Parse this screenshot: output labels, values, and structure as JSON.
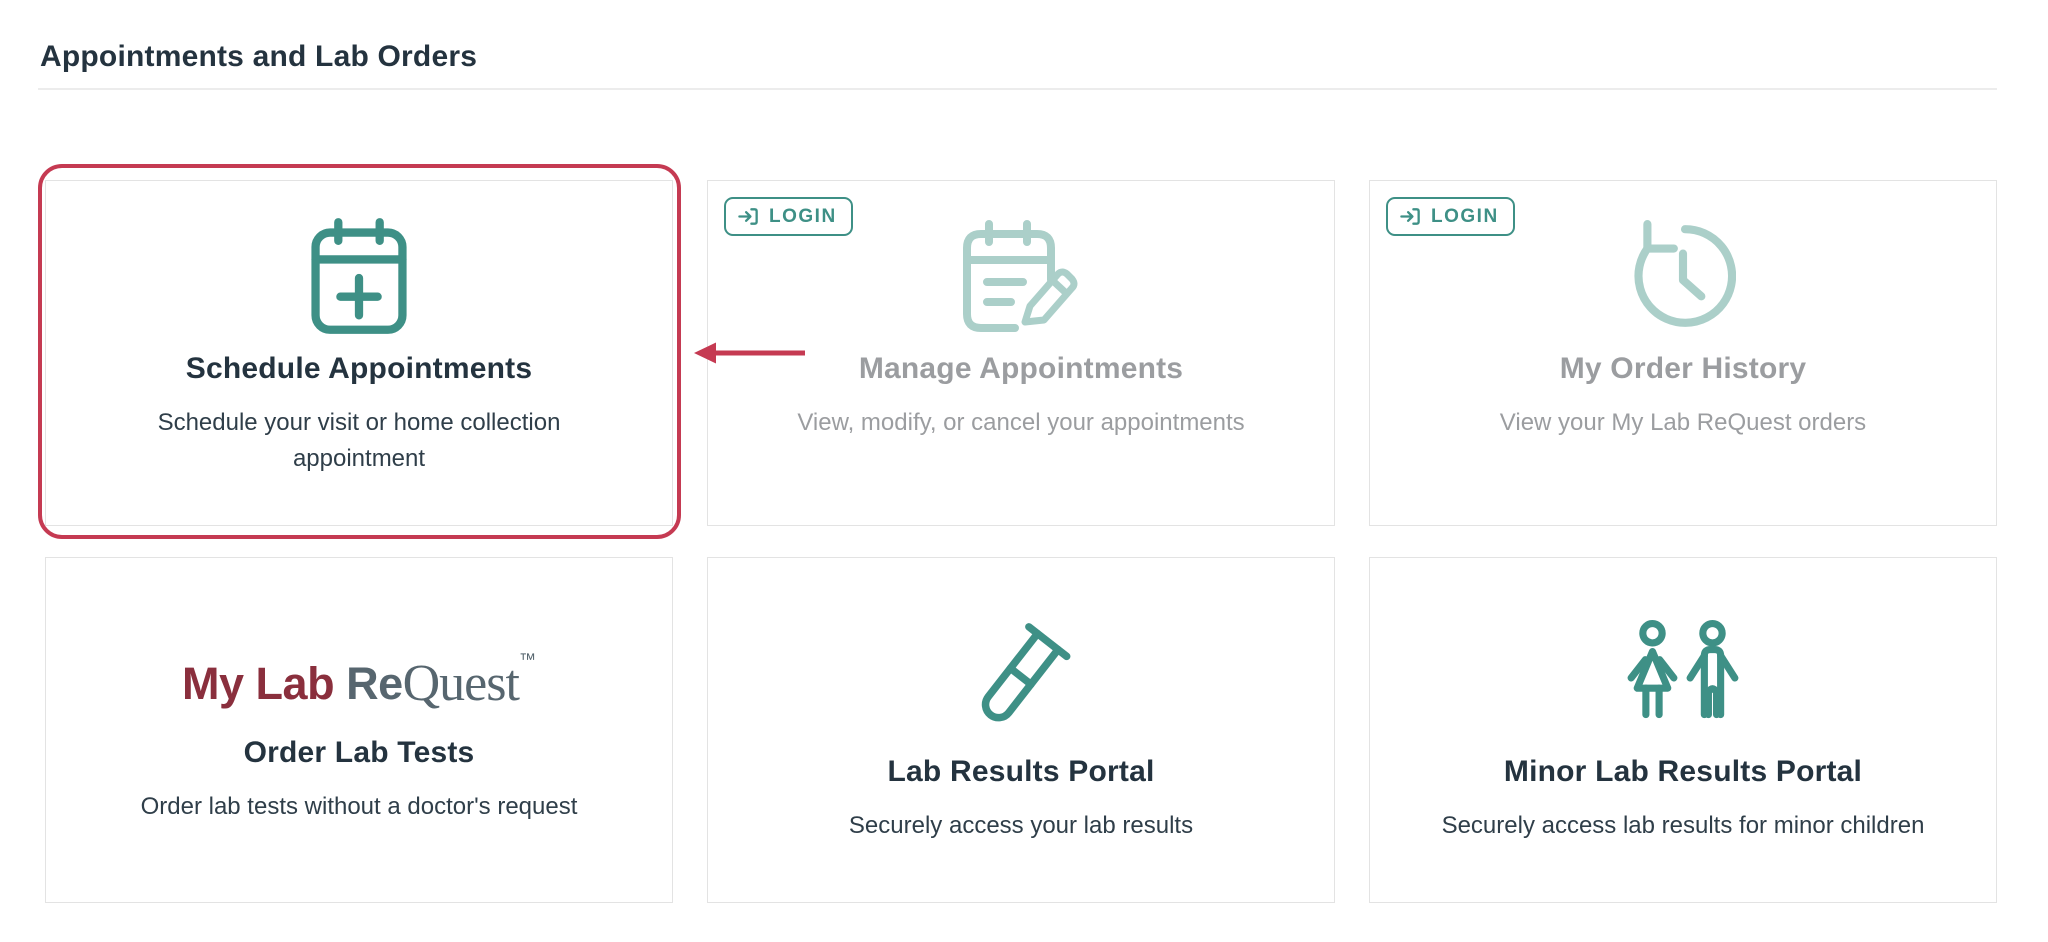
{
  "header": {
    "title": "Appointments and Lab Orders"
  },
  "login_badge": {
    "label": "LOGIN",
    "icon": "login-arrow-icon"
  },
  "annotation": {
    "type": "highlight-box-with-arrow",
    "target": "Schedule Appointments",
    "color": "#C53A52"
  },
  "colors": {
    "teal": "#3E9086",
    "pale_teal": "#ABCFC9",
    "heading": "#24333F",
    "text_dark": "#2F3E49",
    "text_gray": "#9B9DA0",
    "crimson": "#C53A52",
    "card_border": "#E3E3E3",
    "logo_maroon": "#8A2F3D",
    "logo_slate": "#57666F",
    "rule": "#ECECEC",
    "background": "#FFFFFF"
  },
  "cards": [
    {
      "title": "Schedule Appointments",
      "description": "Schedule your visit or home collection appointment",
      "icon": "calendar-plus-icon",
      "state": "active",
      "login_required": false,
      "highlighted": true
    },
    {
      "title": "Manage Appointments",
      "description": "View, modify, or cancel your appointments",
      "icon": "calendar-edit-icon",
      "state": "muted",
      "login_required": true,
      "highlighted": false
    },
    {
      "title": "My Order History",
      "description": "View your My Lab ReQuest orders",
      "icon": "order-history-icon",
      "state": "muted",
      "login_required": true,
      "highlighted": false
    },
    {
      "title": "Order Lab Tests",
      "description": "Order lab tests without a doctor's request",
      "icon": "my-lab-request-logo",
      "state": "active",
      "login_required": false,
      "highlighted": false,
      "logo": {
        "my_lab": "My Lab ",
        "re": "Re",
        "quest": "Quest",
        "tm": "™"
      }
    },
    {
      "title": "Lab Results Portal",
      "description": "Securely access your lab results",
      "icon": "test-tube-icon",
      "state": "active",
      "login_required": false,
      "highlighted": false
    },
    {
      "title": "Minor Lab Results Portal",
      "description": "Securely access lab results for minor children",
      "icon": "children-icon",
      "state": "active",
      "login_required": false,
      "highlighted": false
    }
  ]
}
